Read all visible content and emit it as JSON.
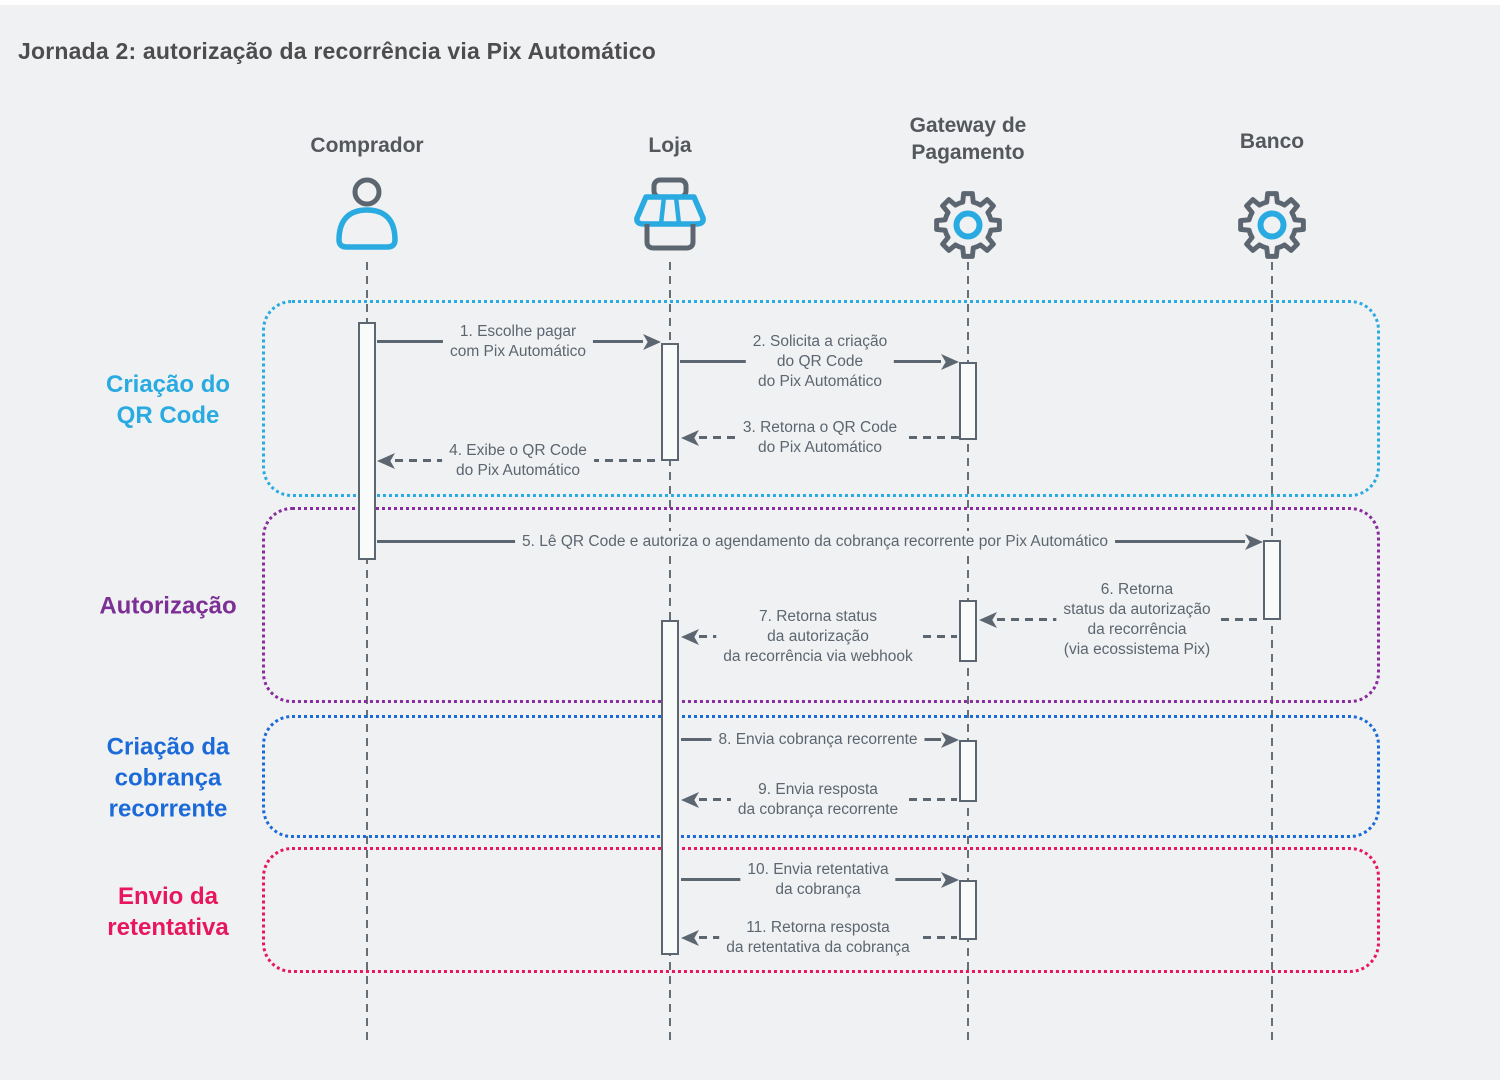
{
  "title": "Jornada 2: autorização da recorrência via Pix Automático",
  "actors": [
    {
      "name": "Comprador",
      "icon": "person-icon"
    },
    {
      "name": "Loja",
      "icon": "storefront-icon"
    },
    {
      "name": "Gateway de Pagamento",
      "icon": "gear-icon"
    },
    {
      "name": "Banco",
      "icon": "gear-icon"
    }
  ],
  "phases": [
    {
      "label": "Criação do\nQR Code",
      "color": "#29ABE2"
    },
    {
      "label": "Autorização",
      "color": "#7C2F94"
    },
    {
      "label": "Criação da\ncobrança\nrecorrente",
      "color": "#1B6AD9"
    },
    {
      "label": "Envio da\nretentativa",
      "color": "#E8175D"
    }
  ],
  "messages": [
    {
      "step": 1,
      "from": "Comprador",
      "to": "Loja",
      "kind": "request",
      "text": "1. Escolhe pagar\ncom Pix Automático"
    },
    {
      "step": 2,
      "from": "Loja",
      "to": "Gateway de Pagamento",
      "kind": "request",
      "text": "2. Solicita a criação\ndo QR Code\ndo Pix Automático"
    },
    {
      "step": 3,
      "from": "Gateway de Pagamento",
      "to": "Loja",
      "kind": "response",
      "text": "3. Retorna o QR Code\ndo Pix Automático"
    },
    {
      "step": 4,
      "from": "Loja",
      "to": "Comprador",
      "kind": "response",
      "text": "4. Exibe o QR Code\ndo Pix Automático"
    },
    {
      "step": 5,
      "from": "Comprador",
      "to": "Banco",
      "kind": "request",
      "text": "5. Lê QR Code e autoriza o agendamento da cobrança recorrente por Pix Automático"
    },
    {
      "step": 6,
      "from": "Banco",
      "to": "Gateway de Pagamento",
      "kind": "response",
      "text": "6. Retorna\nstatus da autorização\nda recorrência\n(via ecossistema Pix)"
    },
    {
      "step": 7,
      "from": "Gateway de Pagamento",
      "to": "Loja",
      "kind": "response",
      "text": "7. Retorna status\nda autorização\nda recorrência via webhook"
    },
    {
      "step": 8,
      "from": "Loja",
      "to": "Gateway de Pagamento",
      "kind": "request",
      "text": "8. Envia cobrança recorrente"
    },
    {
      "step": 9,
      "from": "Gateway de Pagamento",
      "to": "Loja",
      "kind": "response",
      "text": "9. Envia resposta\nda cobrança recorrente"
    },
    {
      "step": 10,
      "from": "Loja",
      "to": "Gateway de Pagamento",
      "kind": "request",
      "text": "10. Envia retentativa\nda cobrança"
    },
    {
      "step": 11,
      "from": "Gateway de Pagamento",
      "to": "Loja",
      "kind": "response",
      "text": "11. Retorna resposta\nda retentativa da cobrança"
    }
  ],
  "colors": {
    "background": "#F0F1F2",
    "cyan": "#29ABE2",
    "purple": "#7C2F94",
    "blue": "#1B6AD9",
    "red": "#E8175D",
    "gray": "#5C6670",
    "title_gray": "#4D4D4F"
  }
}
